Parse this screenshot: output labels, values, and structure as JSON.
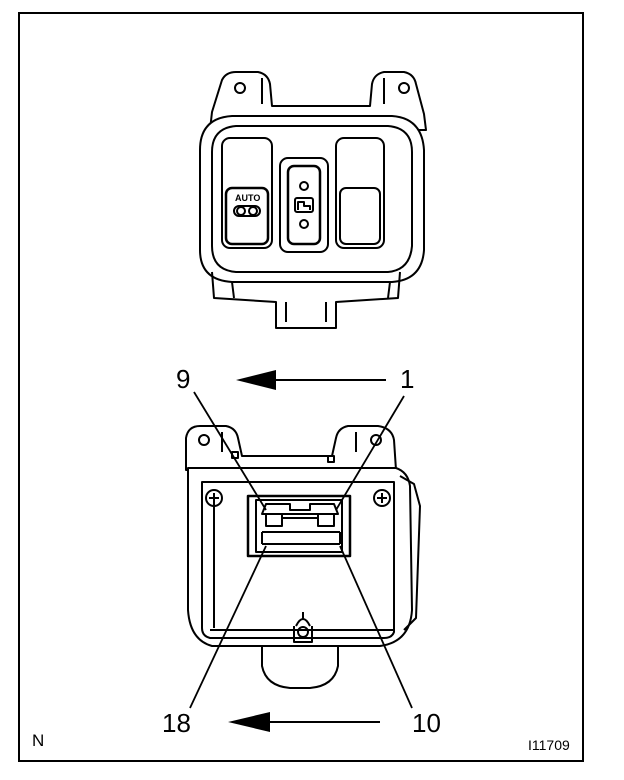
{
  "switch_top": {
    "auto_label": "AUTO"
  },
  "connector": {
    "pin_labels": {
      "top_left": "9",
      "top_right": "1",
      "bottom_left": "18",
      "bottom_right": "10"
    }
  },
  "figure": {
    "corner_letter": "N",
    "id": "I11709"
  },
  "colors": {
    "line": "#000000",
    "background": "#ffffff"
  }
}
